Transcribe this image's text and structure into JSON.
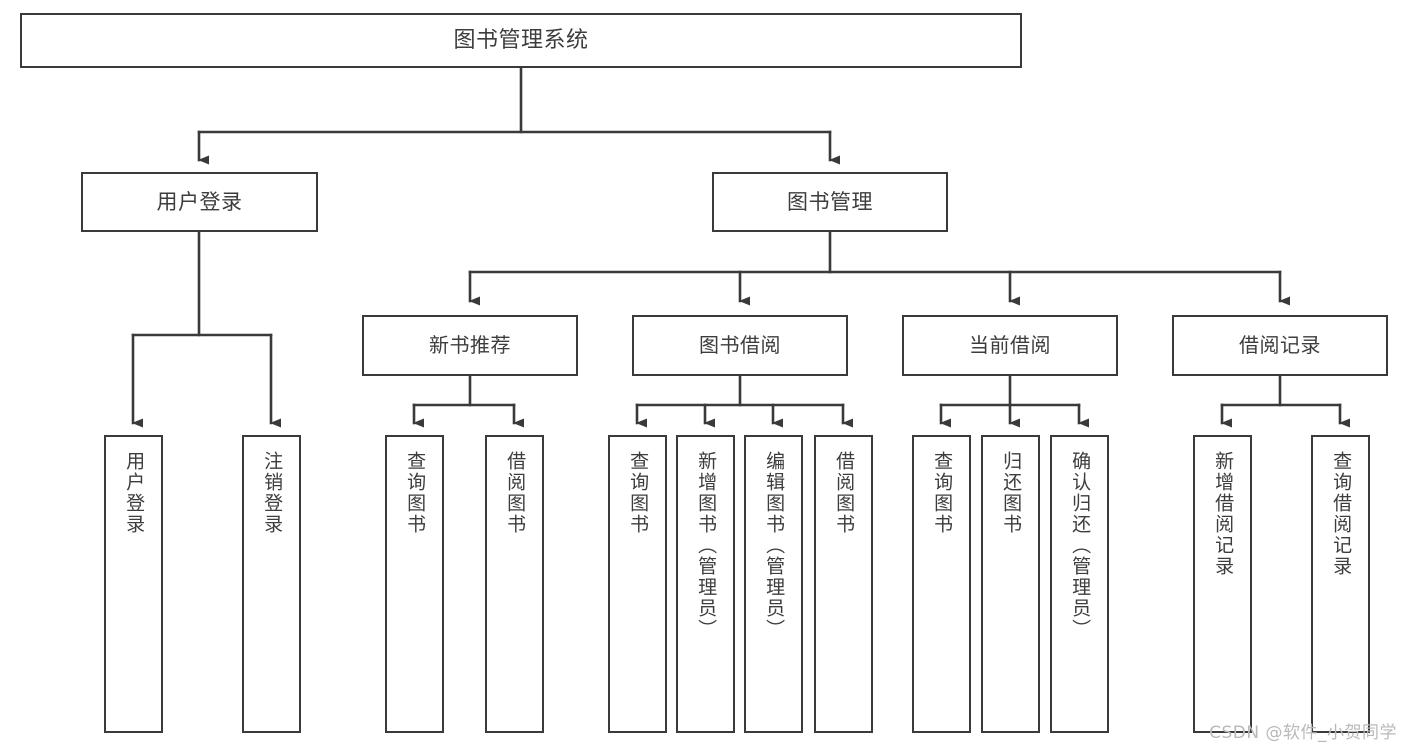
{
  "diagram": {
    "title": "图书管理系统",
    "watermark": "CSDN @软件_小贺同学",
    "stroke_color": "#3a3a3a",
    "text_color": "#3d3d3d",
    "background_color": "#ffffff",
    "nodes": {
      "root": {
        "label": "图书管理系统"
      },
      "level1": [
        {
          "id": "user-login",
          "label": "用户登录"
        },
        {
          "id": "book-management",
          "label": "图书管理"
        }
      ],
      "level2": [
        {
          "id": "new-book-recommend",
          "label": "新书推荐"
        },
        {
          "id": "book-borrow",
          "label": "图书借阅"
        },
        {
          "id": "current-borrow",
          "label": "当前借阅"
        },
        {
          "id": "borrow-record",
          "label": "借阅记录"
        }
      ],
      "leaves": {
        "user-login": [
          {
            "id": "user-login-leaf",
            "label": "用户登录"
          },
          {
            "id": "logout-leaf",
            "label": "注销登录"
          }
        ],
        "new-book-recommend": [
          {
            "id": "query-book-1",
            "label": "查询图书"
          },
          {
            "id": "borrow-book-1",
            "label": "借阅图书"
          }
        ],
        "book-borrow": [
          {
            "id": "query-book-2",
            "label": "查询图书"
          },
          {
            "id": "add-book",
            "label": "新增图书（管理员）"
          },
          {
            "id": "edit-book",
            "label": "编辑图书（管理员）"
          },
          {
            "id": "borrow-book-2",
            "label": "借阅图书"
          }
        ],
        "current-borrow": [
          {
            "id": "query-book-3",
            "label": "查询图书"
          },
          {
            "id": "return-book",
            "label": "归还图书"
          },
          {
            "id": "confirm-return",
            "label": "确认归还（管理员）"
          }
        ],
        "borrow-record": [
          {
            "id": "add-borrow-record",
            "label": "新增借阅记录"
          },
          {
            "id": "query-borrow-record",
            "label": "查询借阅记录"
          }
        ]
      }
    }
  }
}
